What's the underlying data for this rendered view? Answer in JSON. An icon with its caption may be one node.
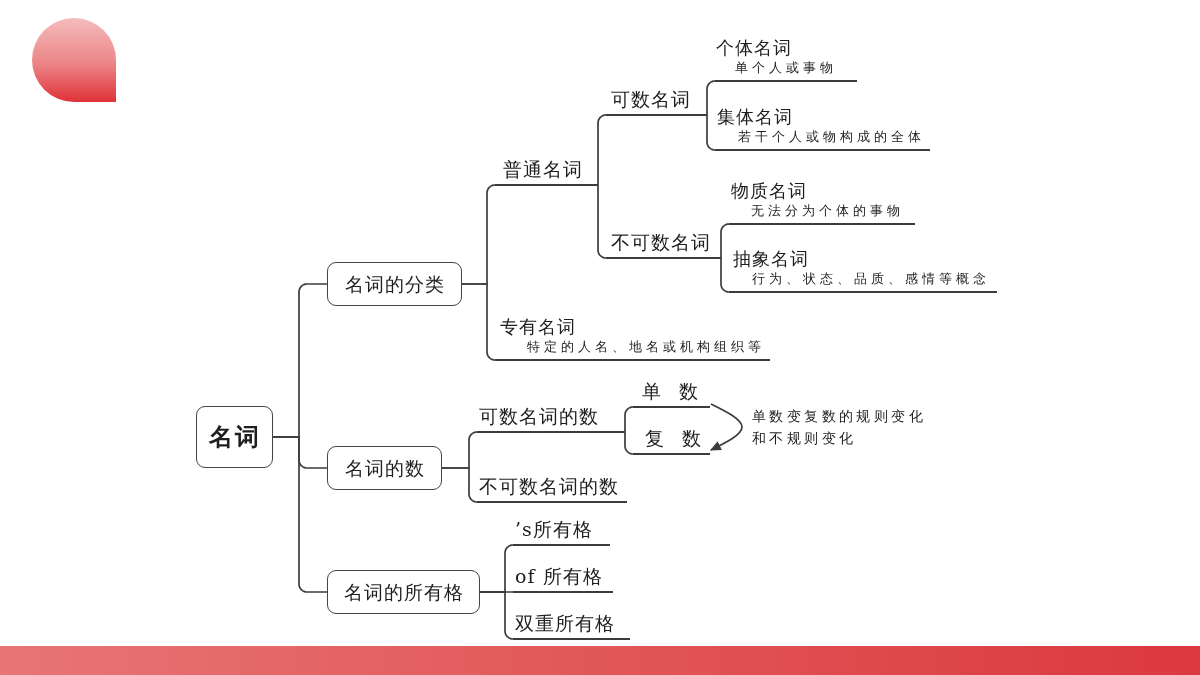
{
  "diagram": {
    "nodes": [
      {
        "text": [
          "名词"
        ]
      },
      {
        "text": [
          "名词的分类"
        ]
      },
      {
        "text": [
          "普通名词"
        ]
      },
      {
        "text": [
          "可数名词"
        ]
      },
      {
        "text": [
          "个体名词",
          "单个人或事物"
        ]
      },
      {
        "text": [
          "集体名词",
          "若干个人或物构成的全体"
        ]
      },
      {
        "text": [
          "不可数名词"
        ]
      },
      {
        "text": [
          "物质名词",
          "无法分为个体的事物"
        ]
      },
      {
        "text": [
          "抽象名词",
          "行为、状态、品质、感情等概念"
        ]
      },
      {
        "text": [
          "专有名词",
          "特定的人名、地名或机构组织等"
        ]
      },
      {
        "text": [
          "名词的数"
        ]
      },
      {
        "text": [
          "可数名词的数"
        ]
      },
      {
        "text": [
          "单 数"
        ]
      },
      {
        "text": [
          "复 数"
        ]
      },
      {
        "text": [
          "不可数名词的数"
        ]
      },
      {
        "text": [
          "名词的所有格"
        ]
      },
      {
        "text": [
          "’s所有格"
        ]
      },
      {
        "text": [
          "of 所有格"
        ]
      },
      {
        "text": [
          "双重所有格"
        ]
      }
    ],
    "edges": [
      {
        "from": 0,
        "to": 1,
        "arrow": "none"
      },
      {
        "from": 0,
        "to": 10,
        "arrow": "none"
      },
      {
        "from": 0,
        "to": 15,
        "arrow": "none"
      },
      {
        "from": 1,
        "to": 2,
        "arrow": "none"
      },
      {
        "from": 1,
        "to": 9,
        "arrow": "none"
      },
      {
        "from": 2,
        "to": 3,
        "arrow": "none"
      },
      {
        "from": 2,
        "to": 6,
        "arrow": "none"
      },
      {
        "from": 3,
        "to": 4,
        "arrow": "none"
      },
      {
        "from": 3,
        "to": 5,
        "arrow": "none"
      },
      {
        "from": 6,
        "to": 7,
        "arrow": "none"
      },
      {
        "from": 6,
        "to": 8,
        "arrow": "none"
      },
      {
        "from": 10,
        "to": 11,
        "arrow": "none"
      },
      {
        "from": 10,
        "to": 14,
        "arrow": "none"
      },
      {
        "from": 11,
        "to": 12,
        "arrow": "none"
      },
      {
        "from": 11,
        "to": 13,
        "arrow": "none"
      },
      {
        "from": 12,
        "to": 13,
        "arrow": "to",
        "label": "单数变复数的规则变化和不规则变化"
      },
      {
        "from": 15,
        "to": 16,
        "arrow": "none"
      },
      {
        "from": 15,
        "to": 17,
        "arrow": "none"
      },
      {
        "from": 15,
        "to": 18,
        "arrow": "none"
      }
    ]
  }
}
